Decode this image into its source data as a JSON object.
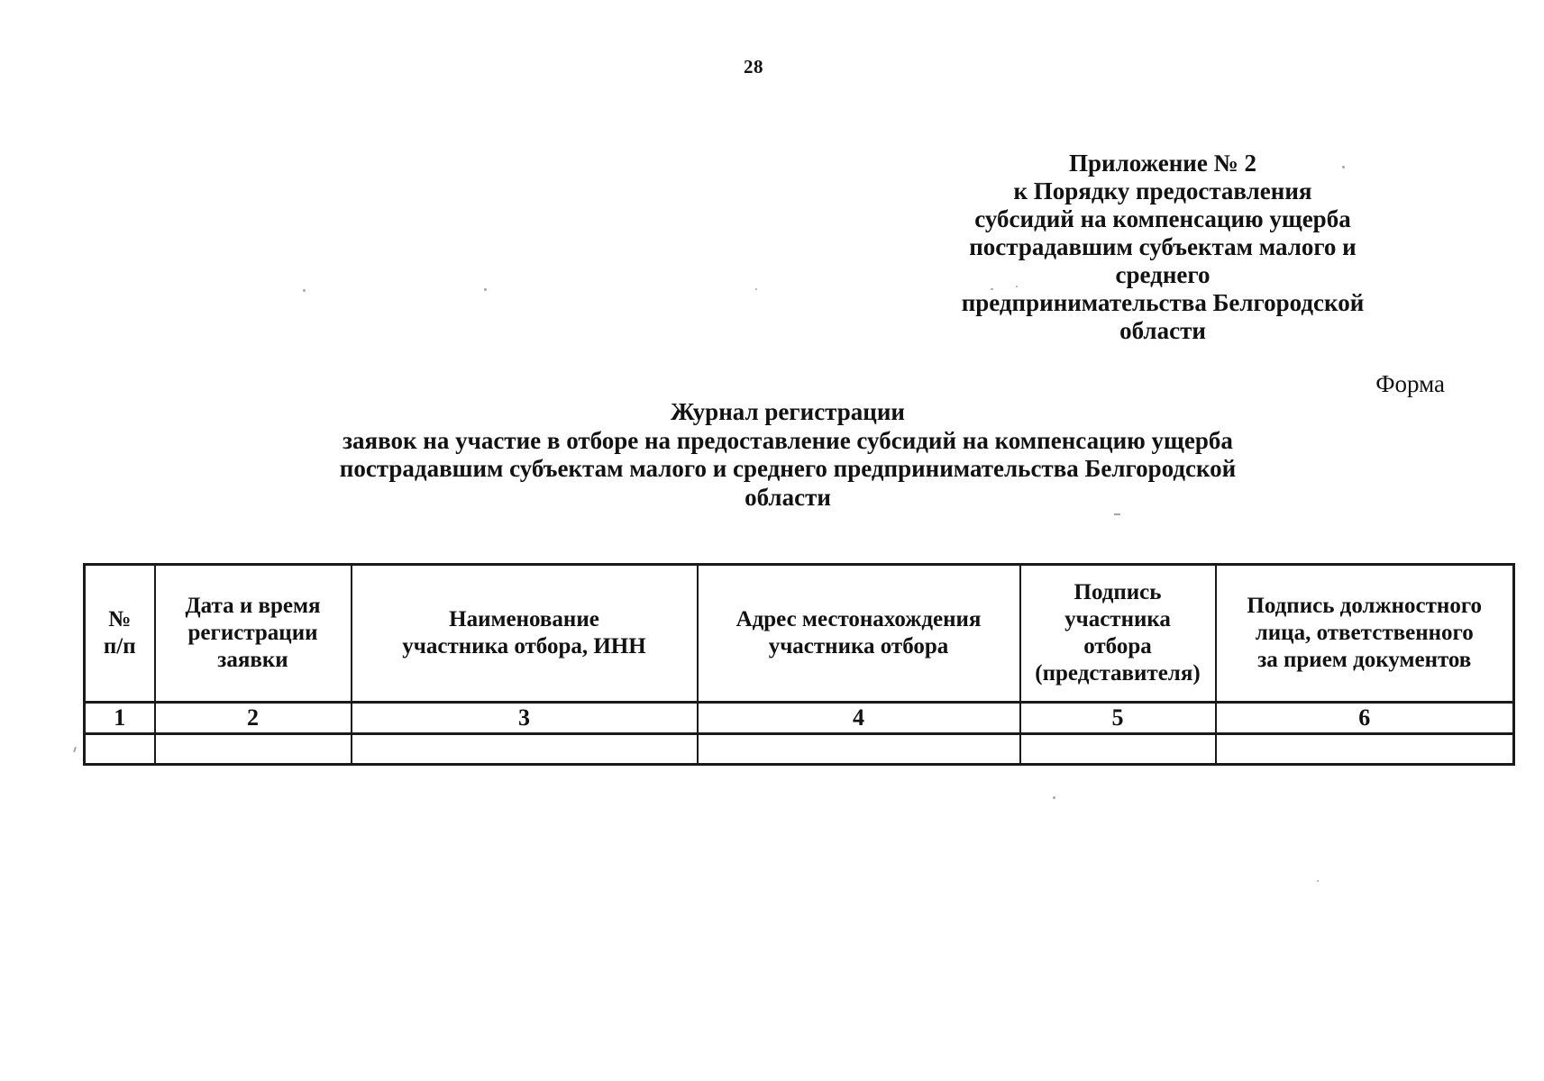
{
  "page_number": "28",
  "appendix": {
    "lines": [
      "Приложение № 2",
      "к Порядку предоставления",
      "субсидий на компенсацию ущерба",
      "пострадавшим субъектам малого и среднего",
      "предпринимательства Белгородской области"
    ]
  },
  "form_label": "Форма",
  "title": {
    "lines": [
      "Журнал регистрации",
      "заявок на участие в отборе на предоставление субсидий на компенсацию ущерба",
      "пострадавшим субъектам малого и среднего предпринимательства Белгородской области"
    ]
  },
  "table": {
    "headers": [
      "№\nп/п",
      "Дата и время\nрегистрации\nзаявки",
      "Наименование\nучастника отбора, ИНН",
      "Адрес местонахождения\nучастника отбора",
      "Подпись\nучастника\nотбора\n(представителя)",
      "Подпись должностного\nлица, ответственного\nза прием документов"
    ],
    "column_numbers": [
      "1",
      "2",
      "3",
      "4",
      "5",
      "6"
    ],
    "rows": [
      [
        "",
        "",
        "",
        "",
        "",
        ""
      ]
    ]
  }
}
